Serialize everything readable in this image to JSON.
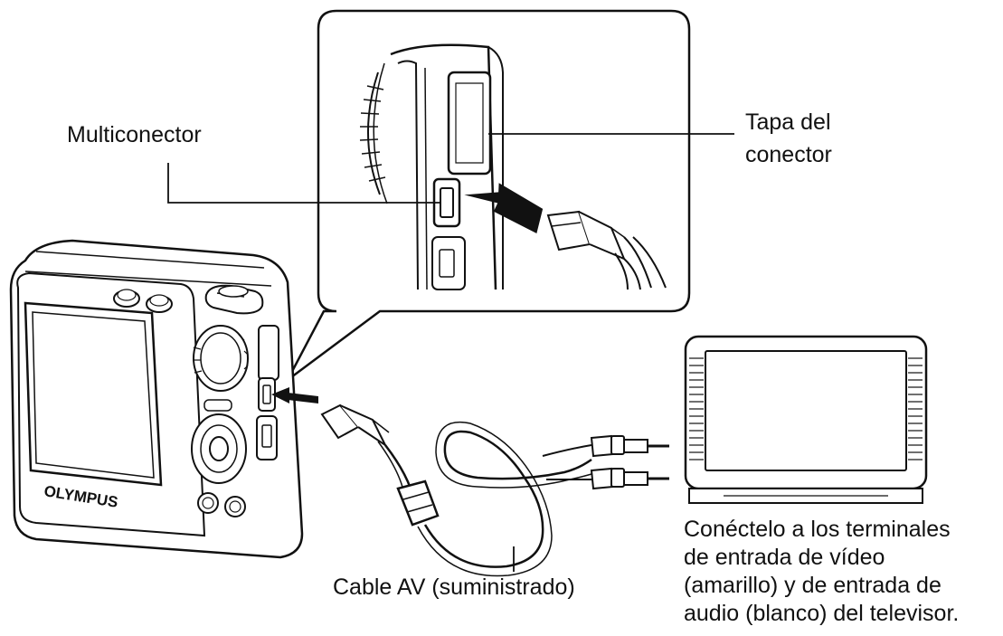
{
  "labels": {
    "multiconnector": "Multiconector",
    "connector_cover_line1": "Tapa del",
    "connector_cover_line2": "conector",
    "av_cable": "Cable AV (suministrado)",
    "tv_note_line1": "Conéctelo a los terminales",
    "tv_note_line2": "de entrada de vídeo",
    "tv_note_line3": "(amarillo) y de entrada de",
    "tv_note_line4": "audio (blanco) del televisor."
  },
  "camera": {
    "brand": "OLYMPUS"
  },
  "colors": {
    "ink": "#111111",
    "background": "#ffffff"
  }
}
